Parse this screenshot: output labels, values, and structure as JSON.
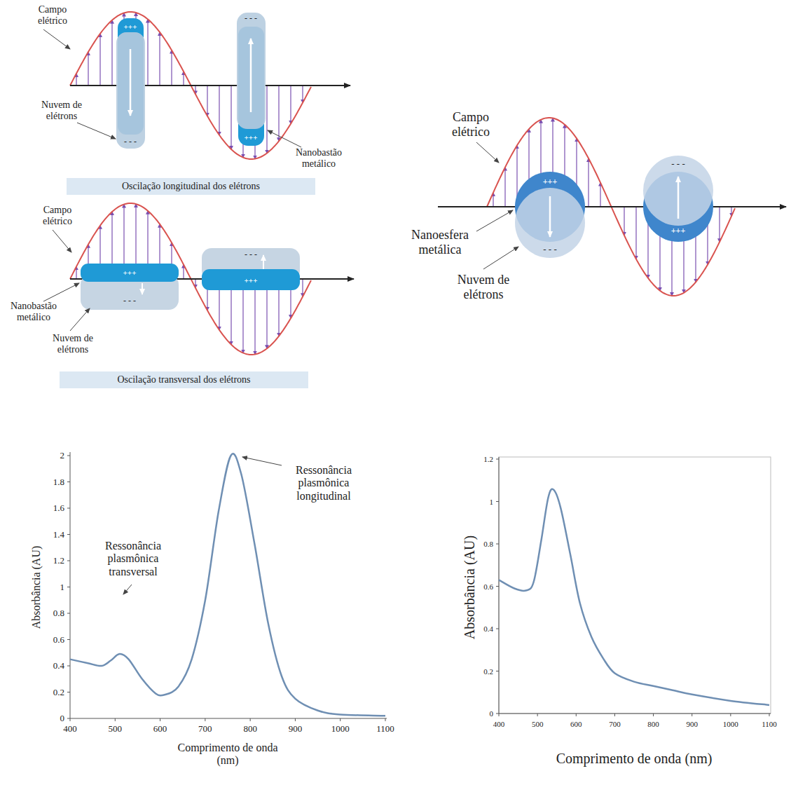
{
  "diagram": {
    "nodes": [
      {
        "text": [
          "Oscilação longitudinal dos elétrons"
        ]
      },
      {
        "text": [
          "Oscilação transversal dos elétrons"
        ]
      }
    ],
    "labels": [
      "Campo elétrico",
      "+++",
      "- - -",
      "- - -",
      "+++",
      "Nuvem de elétrons",
      "Nanobastão metálico",
      "Campo elétrico",
      "+++",
      "- - -",
      "- - -",
      "+++",
      "Nanobastão metálico",
      "Nuvem de elétrons",
      "Campo elétrico",
      "+++",
      "- - -",
      "- - -",
      "+++",
      "Nanoesfera metálica",
      "Nuvem de elétrons",
      "0",
      "0.2",
      "0.4",
      "0.6",
      "0.8",
      "1",
      "1.2",
      "1.4",
      "1.6",
      "1.8",
      "2",
      "400",
      "500",
      "600",
      "700",
      "800",
      "900",
      "1000",
      "1100",
      "Absorbância (AU)",
      "Comprimento de onda (nm)",
      "Ressonância plasmônica transversal",
      "Ressonância plasmônica longitudinal",
      "0",
      "0.2",
      "0.4",
      "0.6",
      "0.8",
      "1",
      "1.2",
      "400",
      "500",
      "600",
      "700",
      "800",
      "900",
      "1000",
      "1100",
      "Absorbância (AU)",
      "Comprimento de onda (nm)"
    ]
  }
}
